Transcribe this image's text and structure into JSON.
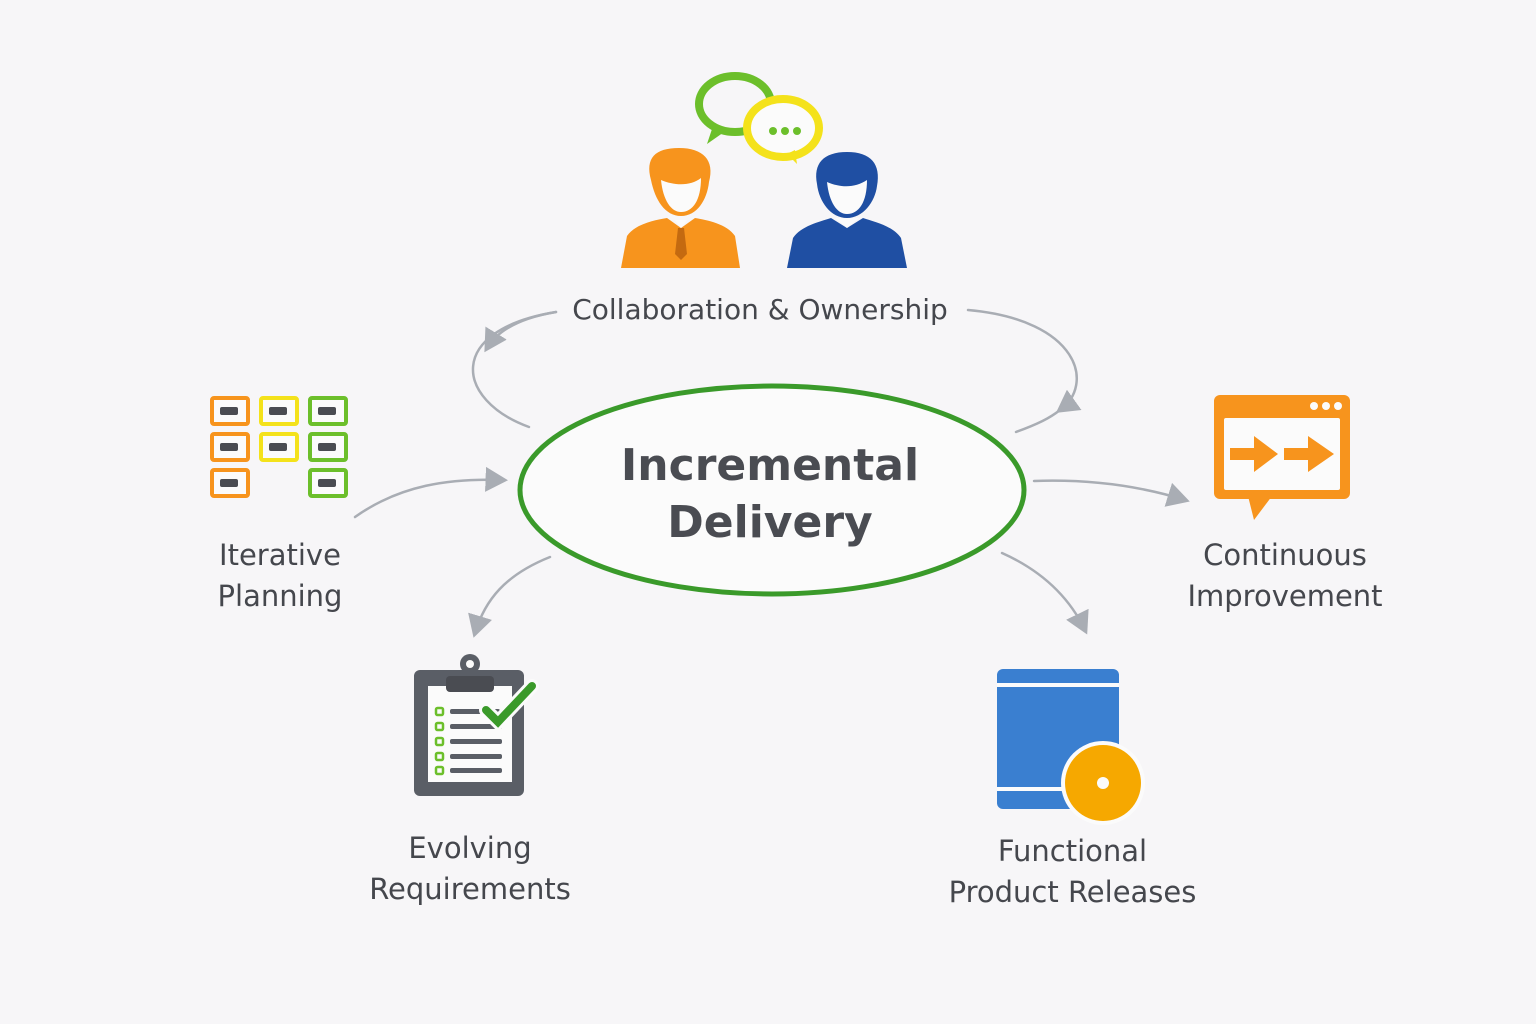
{
  "center": {
    "line1": "Incremental",
    "line2": "Delivery",
    "ring_color": "#3a9a2a"
  },
  "nodes": {
    "collaboration": {
      "label": "Collaboration & Ownership",
      "icon": "two-people-chat-icon",
      "colors": [
        "#f7941d",
        "#1f4fa3",
        "#6cbf2b",
        "#f4e21b"
      ]
    },
    "iterative_planning": {
      "line1": "Iterative",
      "line2": "Planning",
      "icon": "task-board-icon"
    },
    "continuous_improvement": {
      "line1": "Continuous",
      "line2": "Improvement",
      "icon": "fast-forward-window-icon"
    },
    "evolving_requirements": {
      "line1": "Evolving",
      "line2": "Requirements",
      "icon": "checklist-clipboard-icon"
    },
    "functional_releases": {
      "line1": "Functional",
      "line2": "Product Releases",
      "icon": "release-package-icon"
    }
  },
  "arrow_color": "#a9adb4"
}
